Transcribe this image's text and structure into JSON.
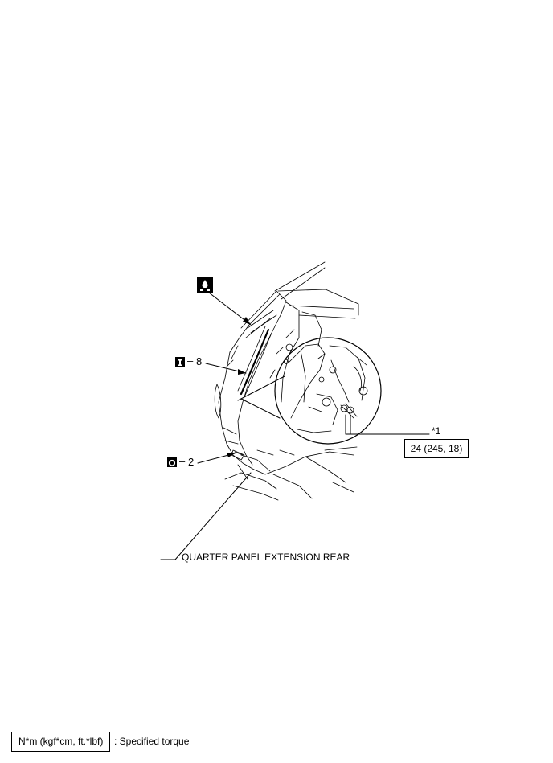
{
  "callouts": {
    "label_8": "8",
    "label_2": "2",
    "star1": "*1",
    "part_name": "QUARTER PANEL EXTENSION REAR"
  },
  "torque": {
    "value": "24 (245, 18)"
  },
  "legend": {
    "unit": "N*m (kgf*cm, ft.*lbf)",
    "description": ": Specified torque"
  },
  "icons": {
    "sealer": "sealer-icon",
    "replace": "replace-part-icon",
    "oring": "oring-part-icon"
  }
}
